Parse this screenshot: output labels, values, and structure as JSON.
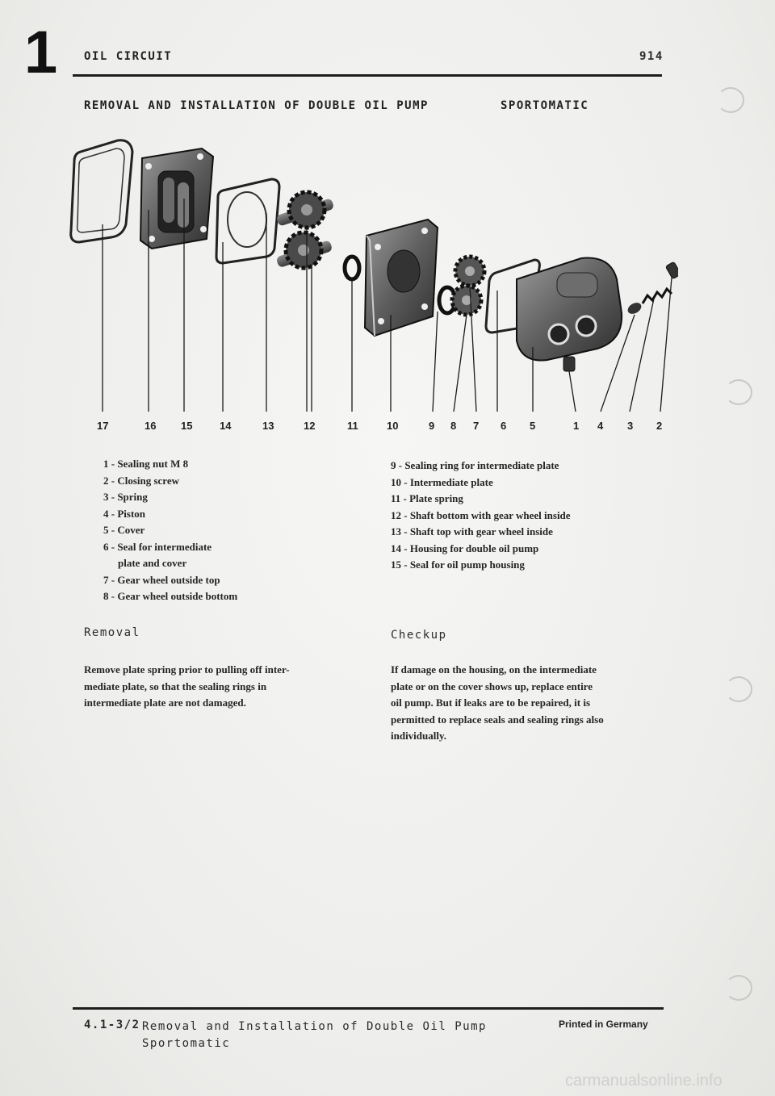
{
  "header": {
    "chapter_number": "1",
    "section": "OIL CIRCUIT",
    "page_number": "914"
  },
  "title": "REMOVAL AND INSTALLATION OF DOUBLE OIL PUMP",
  "subtitle": "SPORTOMATIC",
  "diagram": {
    "callouts": [
      "17",
      "16",
      "15",
      "14",
      "13",
      "12",
      "11",
      "10",
      "9",
      "8",
      "7",
      "6",
      "5",
      "1",
      "4",
      "3",
      "2"
    ]
  },
  "legend_left": [
    {
      "text": "1 - Sealing nut M 8"
    },
    {
      "text": "2 - Closing screw"
    },
    {
      "text": "3 - Spring"
    },
    {
      "text": "4 - Piston"
    },
    {
      "text": "5 - Cover"
    },
    {
      "text": "6 - Seal for intermediate"
    },
    {
      "text": "plate and cover",
      "cont": true
    },
    {
      "text": "7 - Gear wheel outside top"
    },
    {
      "text": "8 - Gear wheel outside bottom"
    }
  ],
  "legend_right": [
    {
      "text": "9 - Sealing ring for intermediate plate"
    },
    {
      "text": "10 - Intermediate plate"
    },
    {
      "text": "11 - Plate spring"
    },
    {
      "text": "12 - Shaft bottom with gear wheel inside"
    },
    {
      "text": "13 - Shaft top with gear wheel inside"
    },
    {
      "text": "14 - Housing for double oil pump"
    },
    {
      "text": "15 - Seal for oil pump housing"
    }
  ],
  "removal": {
    "heading": "Removal",
    "lines": [
      "Remove plate spring prior to pulling off inter-",
      "mediate plate, so that the sealing rings in",
      "intermediate plate are not damaged."
    ]
  },
  "checkup": {
    "heading": "Checkup",
    "lines": [
      "If damage on the housing, on the intermediate",
      "plate or on the cover shows up, replace entire",
      "oil pump. But if leaks are to be repaired, it is",
      "permitted to replace seals and sealing rings also",
      "individually."
    ]
  },
  "footer": {
    "code": "4.1-3/2",
    "title_line1": "Removal and Installation of Double Oil Pump",
    "title_line2": "Sportomatic",
    "printed": "Printed in Germany"
  },
  "watermark": "carmanualsonline.info"
}
